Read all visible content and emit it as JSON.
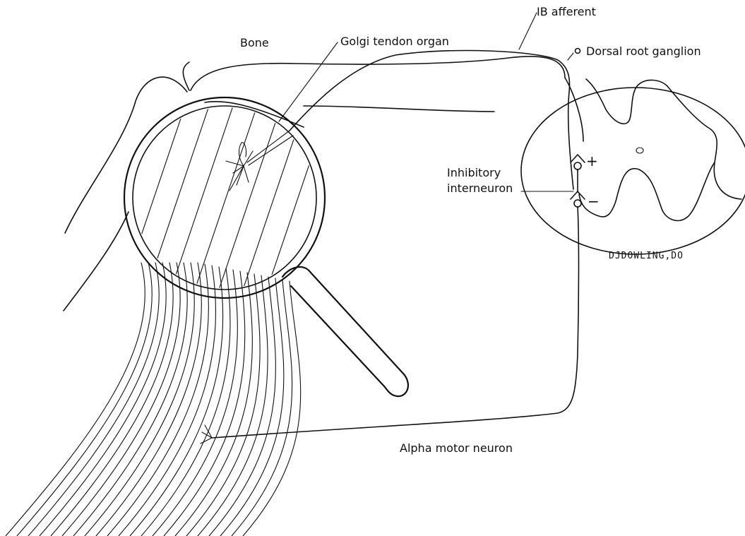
{
  "labels": {
    "ib_afferent": "IB afferent",
    "bone": "Bone",
    "golgi_tendon_organ": "Golgi tendon organ",
    "dorsal_root_ganglion": "Dorsal root ganglion",
    "inhibitory_interneuron_line1": "Inhibitory",
    "inhibitory_interneuron_line2": "interneuron",
    "alpha_motor_neuron": "Alpha motor neuron",
    "plus_sign": "+",
    "minus_sign": "−",
    "credit": "DJDOWLING,DO"
  },
  "colors": {
    "ink": "#111111",
    "background": "#ffffff"
  }
}
